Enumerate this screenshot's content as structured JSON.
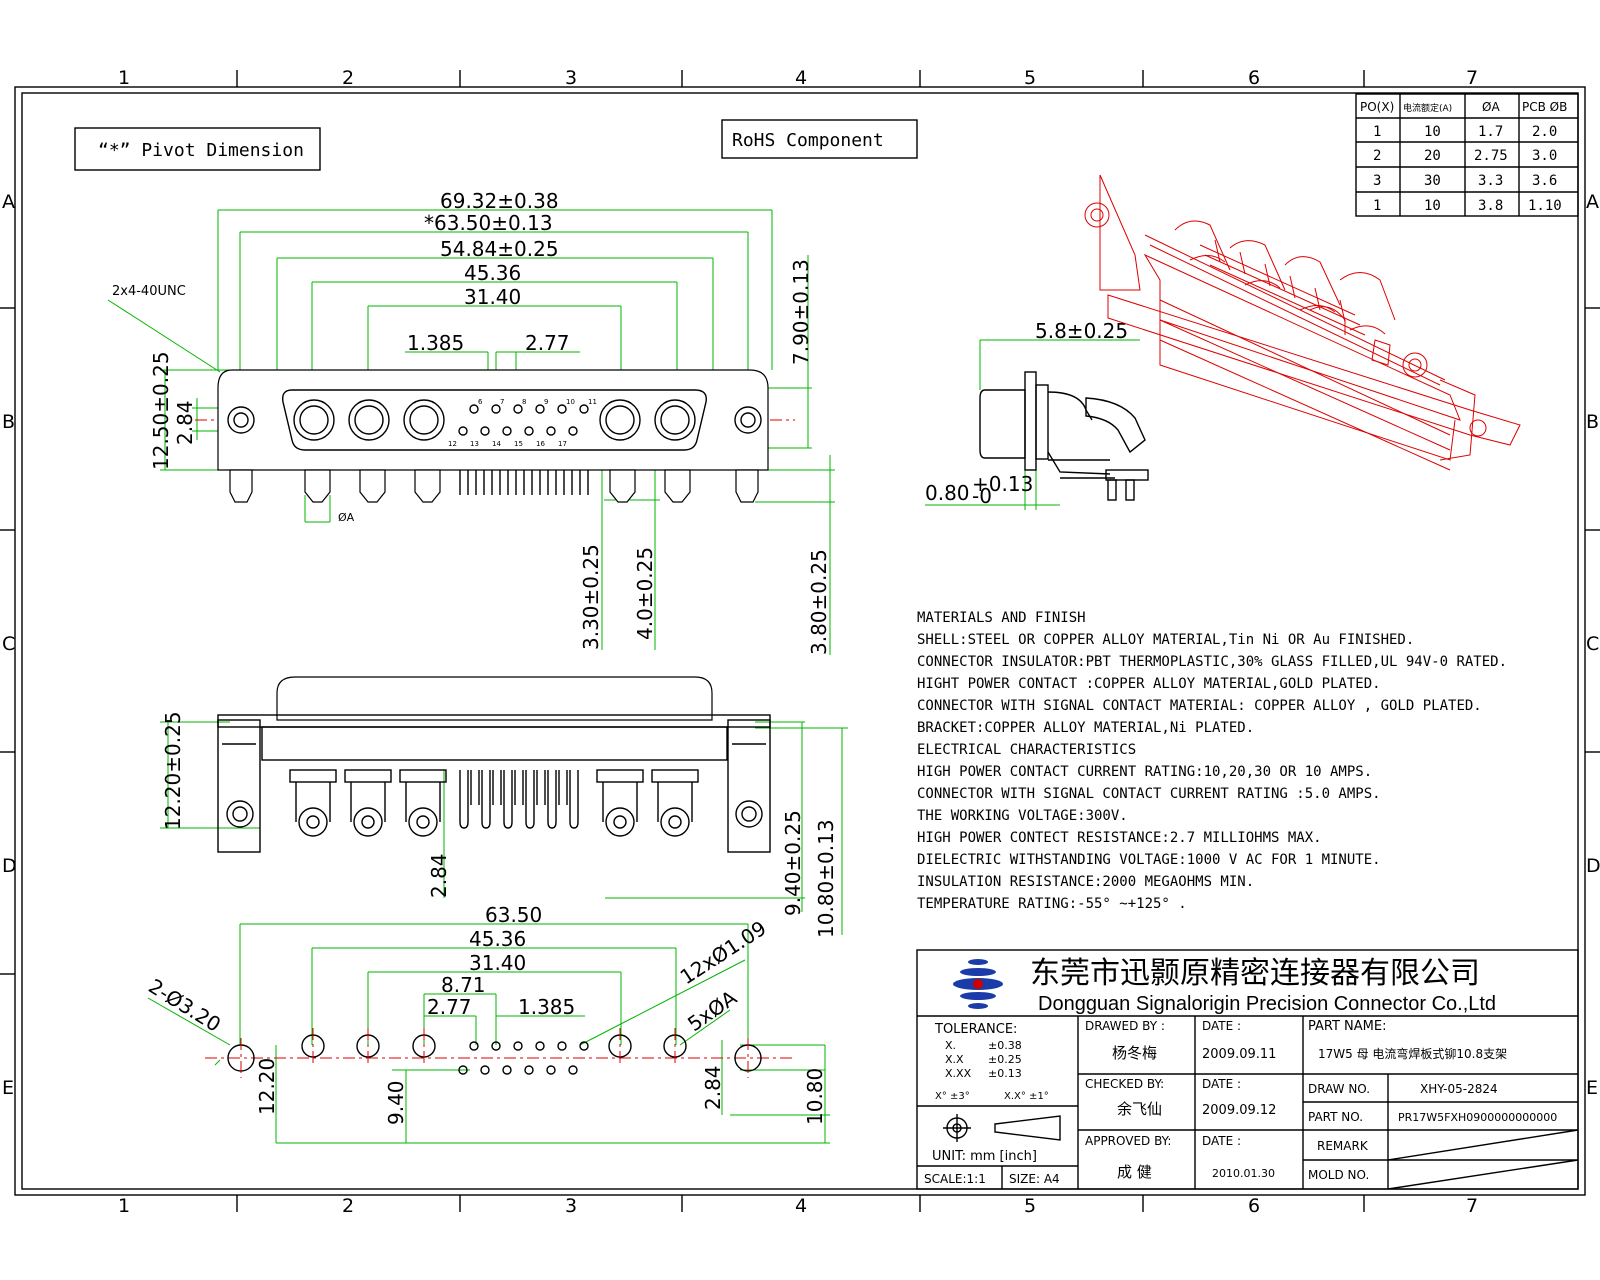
{
  "border": {
    "columns": [
      "1",
      "2",
      "3",
      "4",
      "5",
      "6",
      "7"
    ],
    "rows": [
      "A",
      "B",
      "C",
      "D",
      "E"
    ]
  },
  "pivot_note": "“*” Pivot Dimension",
  "rohs_note": "RoHS  Component",
  "rating_table": {
    "headers": [
      "PO(X)",
      "电流额定(A)",
      "ØA",
      "PCB ØB"
    ],
    "rows": [
      [
        "1",
        "10",
        "1.7",
        "2.0"
      ],
      [
        "2",
        "20",
        "2.75",
        "3.0"
      ],
      [
        "3",
        "30",
        "3.3",
        "3.6"
      ],
      [
        "1",
        "10",
        "3.8",
        "1.10"
      ]
    ]
  },
  "front_view": {
    "dims": {
      "overall": "69.32±0.38",
      "pivot": "*63.50±0.13",
      "shell": "54.84±0.25",
      "outer_contacts": "45.36",
      "inner_contacts": "31.40",
      "pitch_a": "1.385",
      "pitch_b": "2.77",
      "thread": "2x4-40UNC",
      "height": "12.50±0.25",
      "row_gap": "2.84",
      "top_right": "7.90±0.13",
      "pin_dia": "ØA",
      "leg_1": "3.30±0.25",
      "leg_2": "4.0±0.25",
      "leg_3": "3.80±0.25"
    },
    "pin_labels_top": [
      "6",
      "7",
      "8",
      "9",
      "10",
      "11"
    ],
    "pin_labels_bottom": [
      "12",
      "13",
      "14",
      "15",
      "16",
      "17"
    ]
  },
  "side_view": {
    "depth": "5.8±0.25",
    "thickness": "0.80",
    "thickness_tol_upper": "+0.13",
    "thickness_tol_lower": "-0"
  },
  "bottom_view": {
    "dims": {
      "height": "12.20±0.25",
      "row_gap": "2.84",
      "leg_a": "9.40±0.25",
      "leg_b": "10.80±0.13"
    }
  },
  "pcb_view": {
    "dims": {
      "overall": "63.50",
      "outer": "45.36",
      "inner": "31.40",
      "group": "8.71",
      "pitch_b": "2.77",
      "pitch_a": "1.385",
      "holes": "12xØ1.09",
      "mount_holes": "2-Ø3.20",
      "power_holes": "5xØA",
      "h1": "12.20",
      "h2": "9.40",
      "h3": "2.84",
      "h4": "10.80"
    }
  },
  "materials": {
    "lines": [
      "MATERIALS AND  FINISH",
      "SHELL:STEEL OR COPPER ALLOY MATERIAL,Tin Ni OR Au FINISHED.",
      "CONNECTOR INSULATOR:PBT THERMOPLASTIC,30% GLASS FILLED,UL 94V-0 RATED.",
      "HIGHT POWER CONTACT :COPPER ALLOY MATERIAL,GOLD PLATED.",
      "CONNECTOR WITH SIGNAL CONTACT MATERIAL: COPPER ALLOY , GOLD PLATED.",
      "BRACKET:COPPER ALLOY MATERIAL,Ni PLATED.",
      "ELECTRICAL CHARACTERISTICS",
      "HIGH POWER CONTACT CURRENT RATING:10,20,30 OR 10 AMPS.",
      "CONNECTOR WITH SIGNAL CONTACT CURRENT RATING :5.0 AMPS.",
      "THE WORKING VOLTAGE:300V.",
      "HIGH POWER CONTECT RESISTANCE:2.7 MILLIOHMS MAX.",
      "DIELECTRIC WITHSTANDING VOLTAGE:1000 V AC FOR 1 MINUTE.",
      "INSULATION RESISTANCE:2000 MEGAOHMS MIN.",
      "TEMPERATURE RATING:-55° ~+125° ."
    ]
  },
  "title_block": {
    "company_cn": "东莞市迅颢原精密连接器有限公司",
    "company_en": "Dongguan Signalorigin Precision Connector Co.,Ltd",
    "tolerance_label": "TOLERANCE:",
    "tol_rows": [
      [
        "X.",
        "±0.38"
      ],
      [
        "X.X",
        "±0.25"
      ],
      [
        "X.XX",
        "±0.13"
      ]
    ],
    "angle_tol_1": "X° ±3°",
    "angle_tol_2": "X.X° ±1°",
    "unit": "UNIT: mm [inch]",
    "scale": "SCALE:1:1",
    "size": "SIZE: A4",
    "drawn_by_label": "DRAWED BY :",
    "drawn_by": "杨冬梅",
    "checked_by_label": "CHECKED BY:",
    "checked_by": "余飞仙",
    "approved_by_label": "APPROVED BY:",
    "approved_by": "成 健",
    "date_label": "DATE :",
    "date_1": "2009.09.11",
    "date_2": "2009.09.12",
    "date_3": "2010.01.30",
    "part_name_label": "PART NAME:",
    "part_name": "17W5 母 电流弯焊板式铆10.8支架",
    "draw_no_label": "DRAW NO.",
    "draw_no": "XHY-05-2824",
    "part_no_label": "PART NO.",
    "part_no": "PR17W5FXH0900000000000",
    "remark_label": "REMARK",
    "mold_no_label": "MOLD NO."
  }
}
